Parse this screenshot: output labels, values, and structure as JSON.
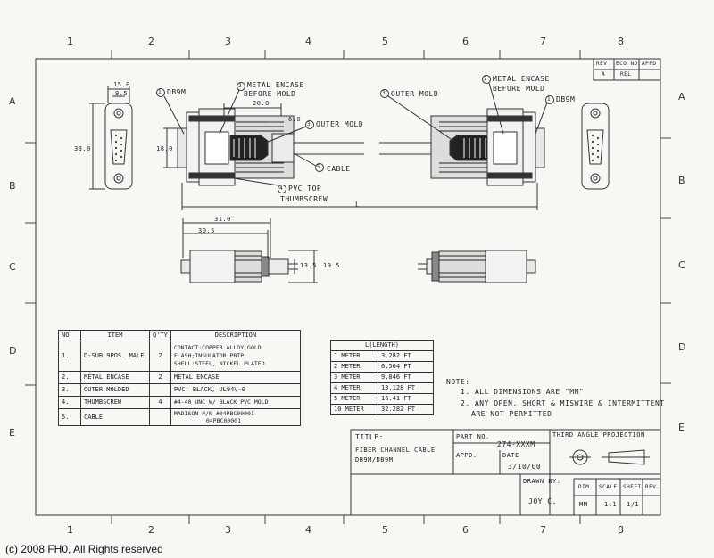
{
  "grid": {
    "cols": [
      "1",
      "2",
      "3",
      "4",
      "5",
      "6",
      "7",
      "8"
    ],
    "rows": [
      "A",
      "B",
      "C",
      "D",
      "E"
    ]
  },
  "revision": {
    "headers": [
      "REV",
      "ECO NO.",
      "APPD"
    ],
    "values": [
      "A",
      "REL"
    ]
  },
  "callouts": {
    "c1": "DB9M",
    "c2a": "METAL ENCASE",
    "c2b": "BEFORE MOLD",
    "c3": "OUTER MOLD",
    "c4a": "PVC TOP",
    "c4b": "THUMBSCREW",
    "c5": "CABLE",
    "r3": "OUTER MOLD",
    "r2a": "METAL ENCASE",
    "r2b": "BEFORE MOLD",
    "r1": "DB9M"
  },
  "dims": {
    "d15": "15.0",
    "d95": "9.5",
    "d33": "33.0",
    "d18": "18.0",
    "d20": "20.0",
    "d6": "6.0",
    "dL": "L",
    "d31": "31.0",
    "d305": "30.5",
    "d135": "13.5",
    "d195": "19.5"
  },
  "bom": {
    "headers": [
      "NO.",
      "ITEM",
      "Q'TY",
      "DESCRIPTION"
    ],
    "rows": [
      {
        "no": "1.",
        "item": "D-SUB 9POS. MALE",
        "qty": "2",
        "desc": [
          "CONTACT:COPPER ALLOY,GOLD",
          "FLASH;INSULATOR:PBTP",
          "SHELL:STEEL, NICKEL PLATED"
        ]
      },
      {
        "no": "2.",
        "item": "METAL ENCASE",
        "qty": "2",
        "desc": [
          "METAL ENCASE"
        ]
      },
      {
        "no": "3.",
        "item": "OUTER MOLDED",
        "qty": "",
        "desc": [
          "PVC, BLACK, UL94V-0"
        ]
      },
      {
        "no": "4.",
        "item": "THUMBSCREW",
        "qty": "4",
        "desc": [
          "#4-40 UNC W/ BLACK PVC MOLD"
        ]
      },
      {
        "no": "5.",
        "item": "CABLE",
        "qty": "",
        "desc": [
          "MADISON P/N #04PBC0000I",
          "04PBC00001"
        ]
      }
    ]
  },
  "lengths": {
    "title": "L(LENGTH)",
    "rows": [
      {
        "m": "1  METER",
        "ft": "3.282  FT"
      },
      {
        "m": "2  METER",
        "ft": "6.564  FT"
      },
      {
        "m": "3  METER",
        "ft": "9.846  FT"
      },
      {
        "m": "4  METER",
        "ft": "13.128  FT"
      },
      {
        "m": "5  METER",
        "ft": "16.41  FT"
      },
      {
        "m": "10 METER",
        "ft": "32.282  FT"
      }
    ]
  },
  "notes": {
    "label": "NOTE:",
    "n1": "1. ALL DIMENSIONS ARE \"MM\"",
    "n2a": "2. ANY OPEN, SHORT & MISWIRE & INTERMITTENT",
    "n2b": "ARE NOT PERMITTED"
  },
  "titleblock": {
    "title_label": "TITLE:",
    "title1": "FIBER CHANNEL CABLE",
    "title2": "DB9M/DB9M",
    "partno_label": "PART NO.",
    "partno": "274-XXXM",
    "appd_label": "APPD.",
    "date_label": "DATE",
    "date": "3/10/00",
    "projection": "THIRD ANGLE PROJECTION",
    "drawnby_label": "DRAWN BY:",
    "drawnby": "JOY C.",
    "dim_label": "DIM.",
    "dim": "MM",
    "scale_label": "SCALE",
    "scale": "1:1",
    "sheet_label": "SHEET",
    "sheet": "1/1",
    "rev_label": "REV."
  },
  "copyright": "(c) 2008 FH0, All Rights reserved"
}
